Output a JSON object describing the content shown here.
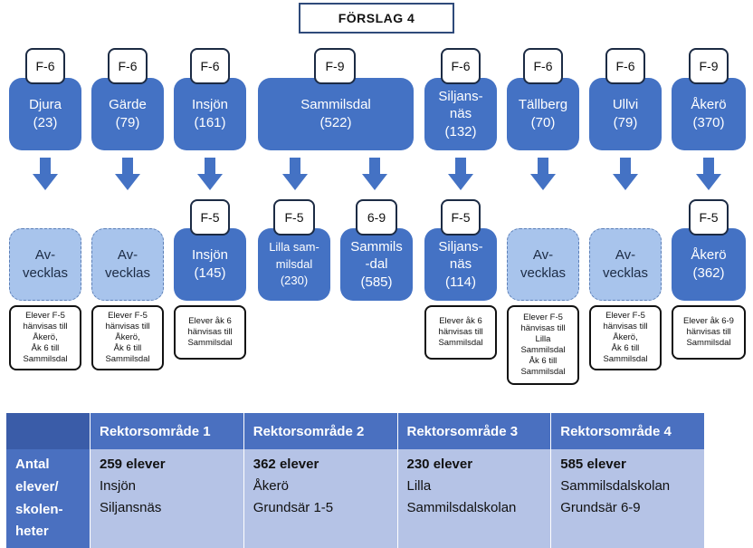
{
  "title": "FÖRSLAG 4",
  "top_row": [
    {
      "grade": "F-6",
      "name": "Djura",
      "count": "(23)"
    },
    {
      "grade": "F-6",
      "name": "Gärde",
      "count": "(79)"
    },
    {
      "grade": "F-6",
      "name": "Insjön",
      "count": "(161)"
    },
    {
      "grade": "F-9",
      "name": "Sammilsdal",
      "count": "(522)"
    },
    {
      "grade": "F-6",
      "name": "Siljans-\nnäs",
      "count": "(132)"
    },
    {
      "grade": "F-6",
      "name": "Tällberg",
      "count": "(70)"
    },
    {
      "grade": "F-6",
      "name": "Ullvi",
      "count": "(79)"
    },
    {
      "grade": "F-9",
      "name": "Åkerö",
      "count": "(370)"
    }
  ],
  "bottom_row": [
    {
      "name": "Av-\nvecklas",
      "note": "Elever F-5\nhänvisas till\nÅkerö,\nÅk 6 till\nSammilsdal"
    },
    {
      "name": "Av-\nvecklas",
      "note": "Elever F-5\nhänvisas till\nÅkerö,\nÅk 6 till\nSammilsdal"
    },
    {
      "grade": "F-5",
      "name": "Insjön",
      "count": "(145)",
      "note": "Elever åk 6\nhänvisas till\nSammilsdal"
    },
    {
      "grade": "F-5",
      "name": "Lilla sam-\nmilsdal",
      "count": "(230)"
    },
    {
      "grade": "6-9",
      "name": "Sammils\n-dal",
      "count": "(585)"
    },
    {
      "grade": "F-5",
      "name": "Siljans-\nnäs",
      "count": "(114)",
      "note": "Elever åk 6\nhänvisas till\nSammilsdal"
    },
    {
      "name": "Av-\nvecklas",
      "note": "Elever F-5\nhänvisas till\nLilla\nSammilsdal\nÅk 6 till\nSammilsdal"
    },
    {
      "name": "Av-\nvecklas",
      "note": "Elever F-5\nhänvisas till\nÅkerö,\nÅk 6 till\nSammilsdal"
    },
    {
      "grade": "F-5",
      "name": "Åkerö",
      "count": "(362)",
      "note": "Elever åk 6-9\nhänvisas till\nSammilsdal"
    }
  ],
  "table": {
    "headers": [
      "",
      "Rektorsområde 1",
      "Rektorsområde 2",
      "Rektorsområde 3",
      "Rektorsområde 4"
    ],
    "row_label": "Antal\nelever/\nskolen-\nheter",
    "cells": [
      {
        "count": "259 elever",
        "items": "Insjön\nSiljansnäs"
      },
      {
        "count": "362 elever",
        "items": "Åkerö\nGrundsär 1-5"
      },
      {
        "count": "230 elever",
        "items": "Lilla\nSammilsdalskolan"
      },
      {
        "count": "585 elever",
        "items": "Sammilsdalskolan\nGrundsär 6-9"
      }
    ]
  },
  "colors": {
    "box": "#4472c4",
    "box_light": "#a8c4ec",
    "arrow": "#4472c4",
    "header": "#4a70c0",
    "cell": "#b5c3e6"
  }
}
